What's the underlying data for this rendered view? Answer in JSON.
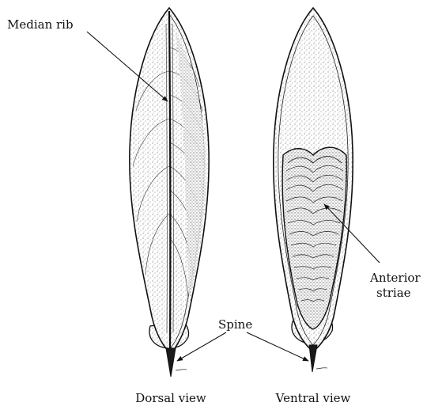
{
  "labels": {
    "median_rib": "Median rib",
    "anterior_line1": "Anterior",
    "anterior_line2": "striae",
    "spine": "Spine"
  },
  "captions": {
    "dorsal": "Dorsal view",
    "ventral": "Ventral view"
  },
  "colors": {
    "ink": "#111111",
    "stipple": "#2a2a2a",
    "background": "#ffffff"
  }
}
